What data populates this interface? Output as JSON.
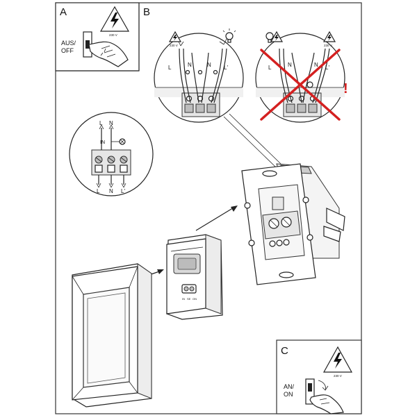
{
  "panel_a": {
    "letter": "A",
    "voltage": "230 V",
    "label_line1": "AUS/",
    "label_line2": "OFF"
  },
  "panel_b": {
    "letter": "B",
    "voltage_left": "230 V",
    "voltage_right": "230 V",
    "terminal_labels": [
      "L",
      "N",
      "N",
      "L'"
    ],
    "wrong_mark": "!"
  },
  "panel_c": {
    "letter": "C",
    "voltage": "230 V",
    "label_line1": "AN/",
    "label_line2": "ON"
  },
  "wiring_detail": {
    "top_labels": [
      "L",
      "N"
    ],
    "in_label": "IN",
    "bottom_labels": [
      "L",
      "N",
      "L'"
    ]
  },
  "cover_labels": [
    "IN",
    "SE",
    "ON"
  ],
  "colors": {
    "line": "#222222",
    "wrong_cross": "#d42020",
    "background": "#ffffff"
  }
}
